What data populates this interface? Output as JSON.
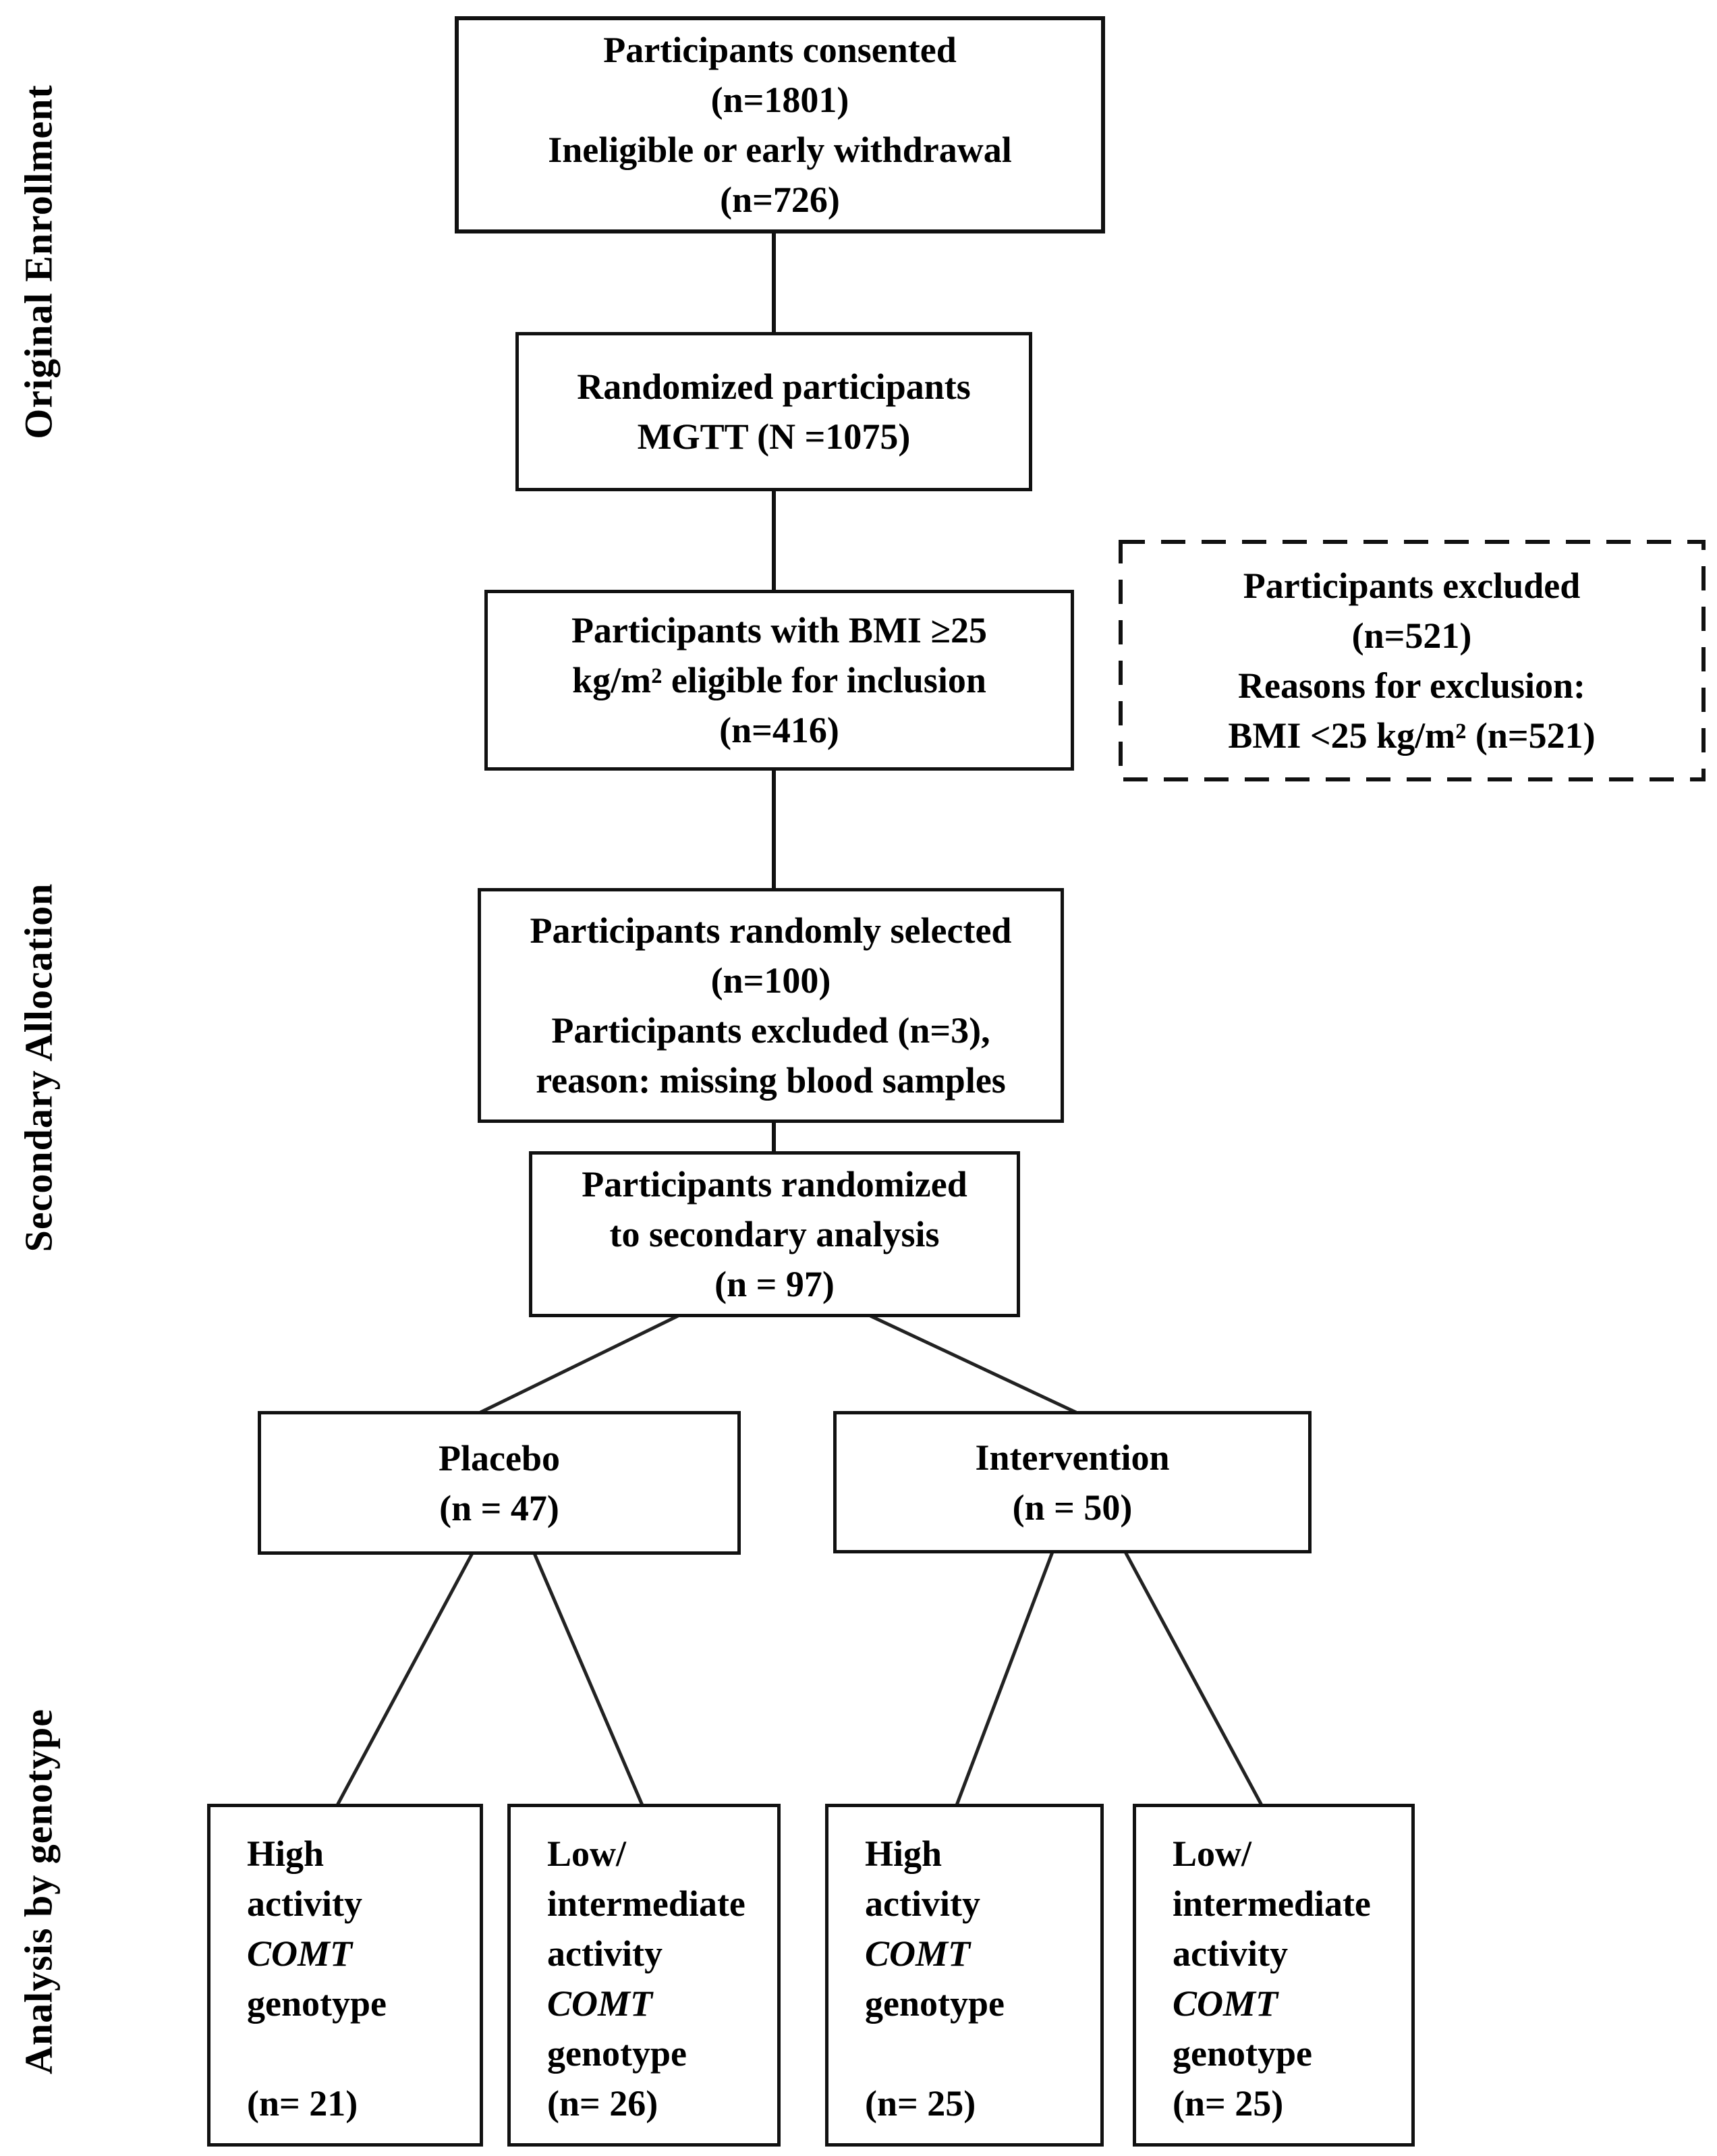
{
  "diagram": {
    "section_labels": [
      "Original Enrollment",
      "Secondary Allocation",
      "Analysis by genotype"
    ],
    "boxes": {
      "consented": {
        "lines": [
          "Participants consented",
          "(n=1801)",
          "Ineligible or early withdrawal",
          "(n=726)"
        ]
      },
      "randomized": {
        "lines": [
          "Randomized participants",
          "MGTT (N =1075)"
        ]
      },
      "bmi_eligible": {
        "lines": [
          "Participants with BMI ≥25",
          "kg/m² eligible  for inclusion",
          "(n=416)"
        ]
      },
      "excluded": {
        "lines": [
          "Participants excluded",
          "(n=521)",
          "Reasons for exclusion:",
          "BMI <25 kg/m² (n=521)"
        ]
      },
      "randomly_selected": {
        "lines": [
          "Participants randomly selected",
          "(n=100)",
          "Participants excluded (n=3),",
          "reason:  missing blood samples"
        ]
      },
      "secondary_analysis": {
        "lines": [
          "Participants randomized",
          "to secondary analysis",
          "(n = 97)"
        ]
      },
      "placebo": {
        "lines": [
          "Placebo",
          "(n = 47)"
        ]
      },
      "intervention": {
        "lines": [
          "Intervention",
          "(n = 50)"
        ]
      },
      "placebo_high": {
        "lines": [
          "High",
          "activity",
          "COMT",
          "genotype",
          "",
          "(n= 21)"
        ]
      },
      "placebo_low": {
        "lines": [
          "Low/",
          "intermediate",
          "activity",
          "COMT",
          "genotype",
          "(n= 26)"
        ]
      },
      "intervention_high": {
        "lines": [
          "High",
          "activity",
          "COMT",
          "genotype",
          "",
          "(n= 25)"
        ]
      },
      "intervention_low": {
        "lines": [
          "Low/",
          "intermediate",
          "activity",
          "COMT",
          "genotype",
          "(n= 25)"
        ]
      }
    }
  }
}
